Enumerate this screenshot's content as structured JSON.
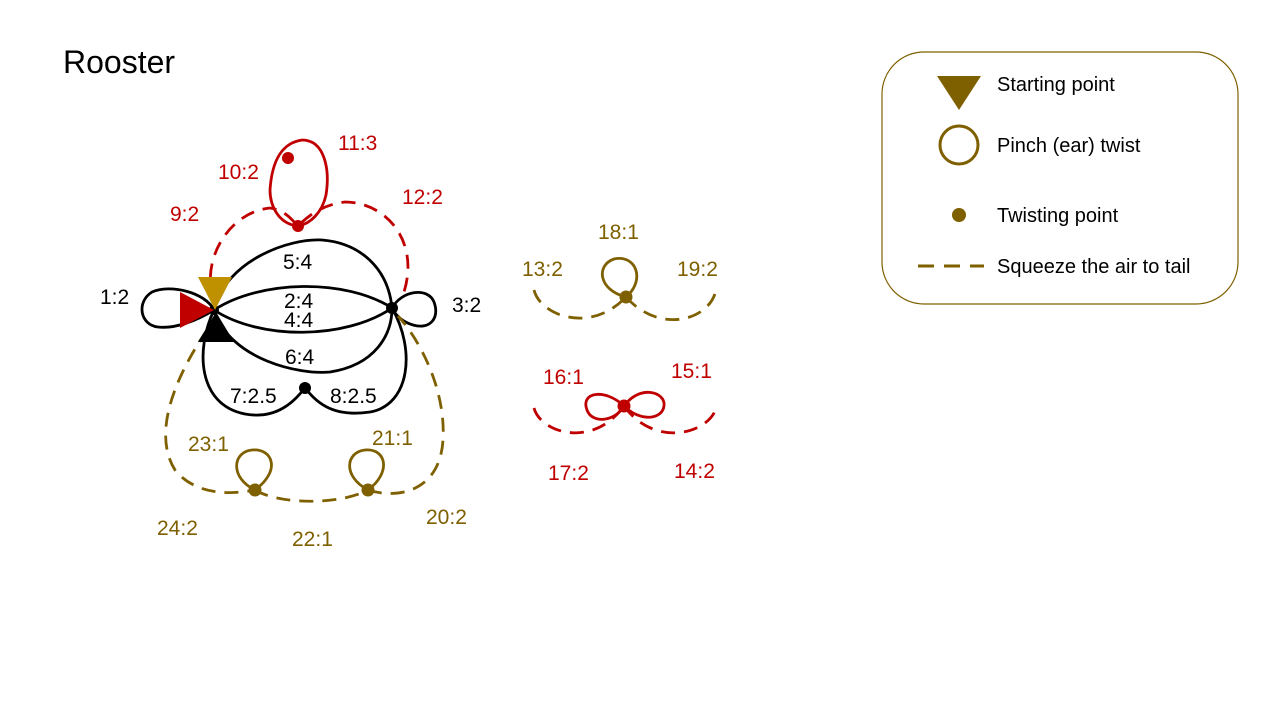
{
  "title": "Rooster",
  "colors": {
    "black": "#000000",
    "red": "#C00000",
    "olive": "#7F6000",
    "gold": "#BF9000",
    "legend_border": "#7F6000"
  },
  "labels": {
    "l1": "1:2",
    "l2": "2:4",
    "l3": "3:2",
    "l4": "4:4",
    "l5": "5:4",
    "l6": "6:4",
    "l7": "7:2.5",
    "l8": "8:2.5",
    "l9": "9:2",
    "l10": "10:2",
    "l11": "11:3",
    "l12": "12:2",
    "l13": "13:2",
    "l14": "14:2",
    "l15": "15:1",
    "l16": "16:1",
    "l17": "17:2",
    "l18": "18:1",
    "l19": "19:2",
    "l20": "20:2",
    "l21": "21:1",
    "l22": "22:1",
    "l23": "23:1",
    "l24": "24:2"
  },
  "legend": {
    "start": "Starting point",
    "pinch": "Pinch (ear) twist",
    "twist": "Twisting point",
    "squeeze": "Squeeze the air to tail"
  }
}
